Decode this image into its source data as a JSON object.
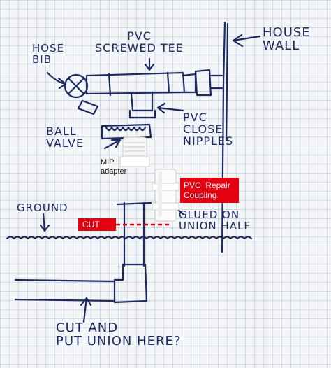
{
  "labels": {
    "house_wall": "HOUSE\nWALL",
    "hose_bib": "HOSE\nBIB",
    "pvc_screwed_tee": "PVC\nSCREWED TEE",
    "ball_valve": "BALL\nVALVE",
    "pvc_close_nipples": "PVC\nCLOSE\nNIPPLES",
    "mip_adapter": "MIP\nadapter",
    "pvc_repair_coupling": "PVC  Repair\nCoupling",
    "ground": "GROUND",
    "cut": "CUT",
    "glued_on_union_half": "GLUED ON\nUNION HALF",
    "cut_and_put_union_here": "CUT AND\nPUT UNION HERE?"
  },
  "colors": {
    "ink": "#1b2a66",
    "cut_red": "#e4000f",
    "grid": "#9fb4d2",
    "paper": "#f4f5f7"
  }
}
